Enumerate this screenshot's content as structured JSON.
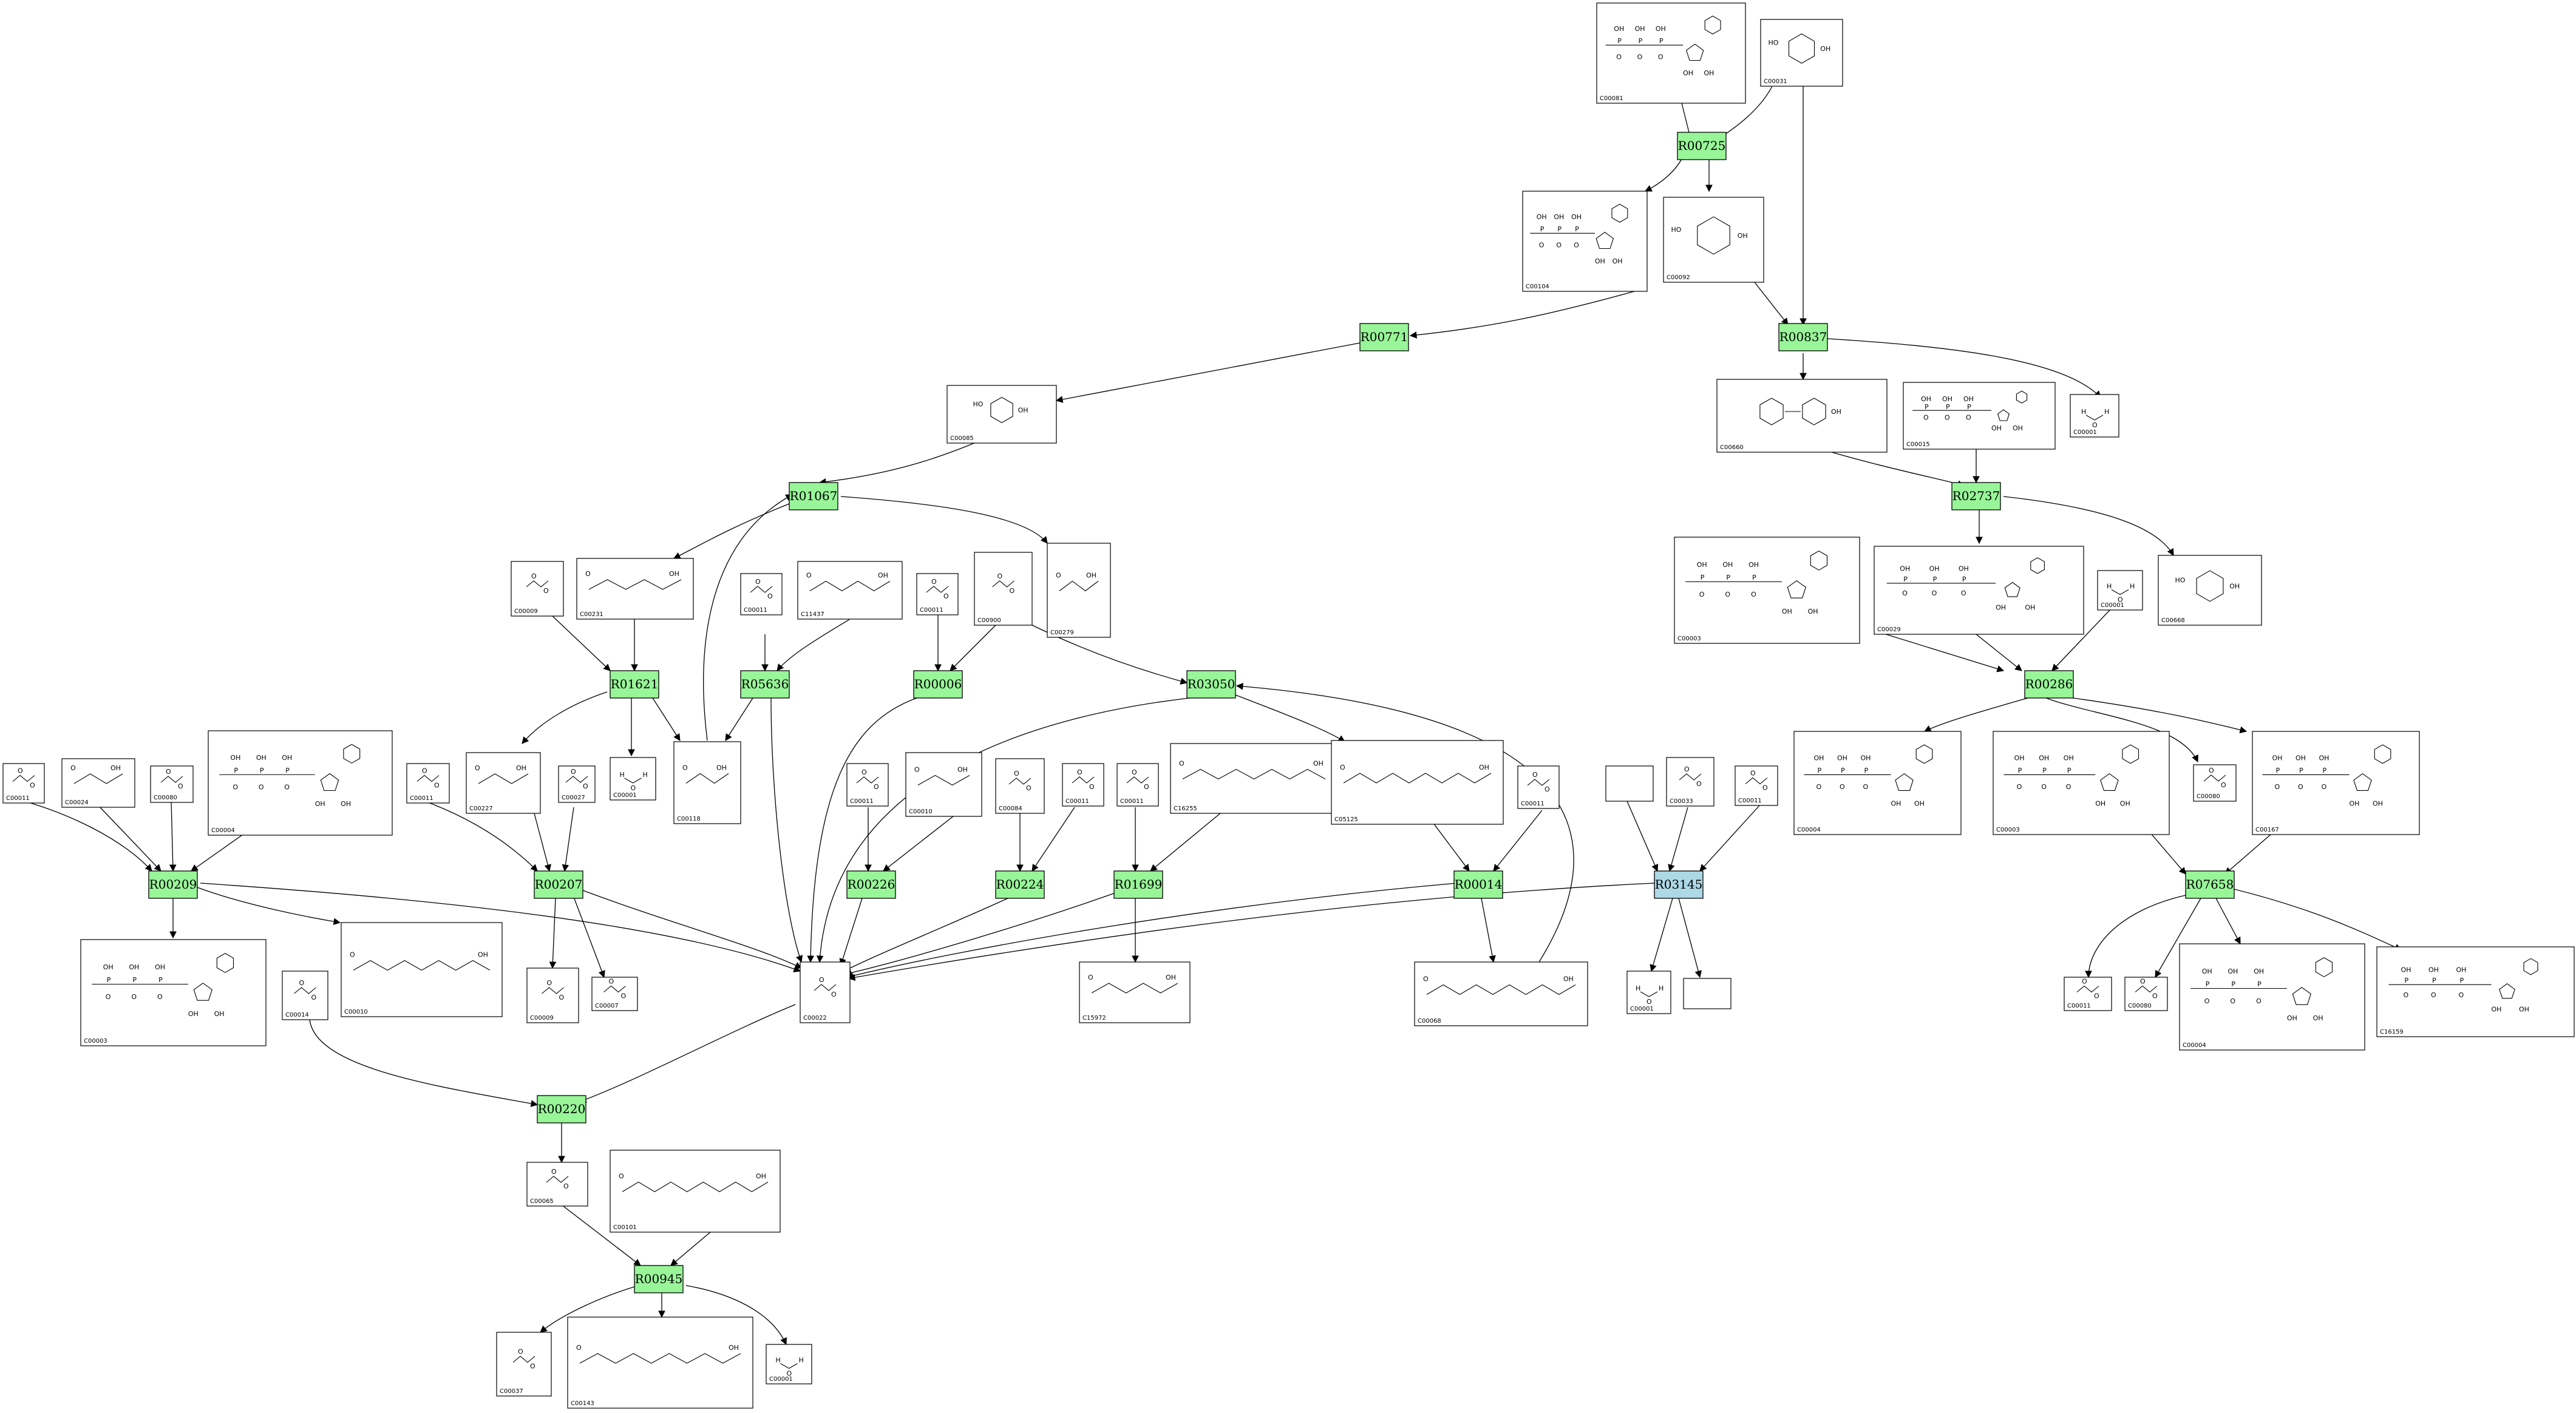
{
  "reaction_fill": "#98f598",
  "reaction_highlight_fill": "#add8e6",
  "reactions": [
    {
      "id": "R00725"
    },
    {
      "id": "R00771"
    },
    {
      "id": "R00837"
    },
    {
      "id": "R01067"
    },
    {
      "id": "R02737"
    },
    {
      "id": "R01621"
    },
    {
      "id": "R05636"
    },
    {
      "id": "R00006"
    },
    {
      "id": "R03050"
    },
    {
      "id": "R00286"
    },
    {
      "id": "R00209"
    },
    {
      "id": "R00207"
    },
    {
      "id": "R00226"
    },
    {
      "id": "R00224"
    },
    {
      "id": "R01699"
    },
    {
      "id": "R00014"
    },
    {
      "id": "R03145",
      "highlight": true
    },
    {
      "id": "R07658"
    },
    {
      "id": "R00220"
    },
    {
      "id": "R00945"
    }
  ],
  "compounds": [
    {
      "id": "C00081"
    },
    {
      "id": "C00031"
    },
    {
      "id": "C00104"
    },
    {
      "id": "C00092"
    },
    {
      "id": "C00085"
    },
    {
      "id": "C00001"
    },
    {
      "id": "C00660"
    },
    {
      "id": "C00015"
    },
    {
      "id": "C00009"
    },
    {
      "id": "C00231"
    },
    {
      "id": "C00011"
    },
    {
      "id": "C11437"
    },
    {
      "id": "C00900"
    },
    {
      "id": "C00279"
    },
    {
      "id": "C00003"
    },
    {
      "id": "C00029"
    },
    {
      "id": "C00668"
    },
    {
      "id": "C00024"
    },
    {
      "id": "C00080"
    },
    {
      "id": "C00004"
    },
    {
      "id": "C00227"
    },
    {
      "id": "C00027"
    },
    {
      "id": "C00118"
    },
    {
      "id": "C00010"
    },
    {
      "id": "C00084"
    },
    {
      "id": "C16255"
    },
    {
      "id": "C05125"
    },
    {
      "id": "C00033"
    },
    {
      "id": "C00167"
    },
    {
      "id": "C00007"
    },
    {
      "id": "C00022"
    },
    {
      "id": "C15972"
    },
    {
      "id": "C00068"
    },
    {
      "id": "C16159"
    },
    {
      "id": "C00014"
    },
    {
      "id": "C00065"
    },
    {
      "id": "C00101"
    },
    {
      "id": "C00037"
    },
    {
      "id": "C00143"
    }
  ]
}
